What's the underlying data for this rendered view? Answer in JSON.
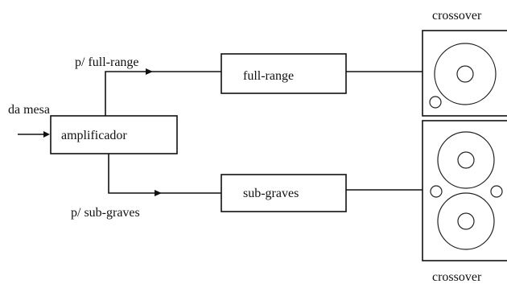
{
  "labels": {
    "input": "da mesa",
    "amplifier": "amplificador",
    "path_full_range": "p/ full-range",
    "path_sub_graves": "p/ sub-graves",
    "block_full_range": "full-range",
    "block_sub_graves": "sub-graves",
    "crossover_top": "crossover",
    "crossover_bottom": "crossover"
  }
}
